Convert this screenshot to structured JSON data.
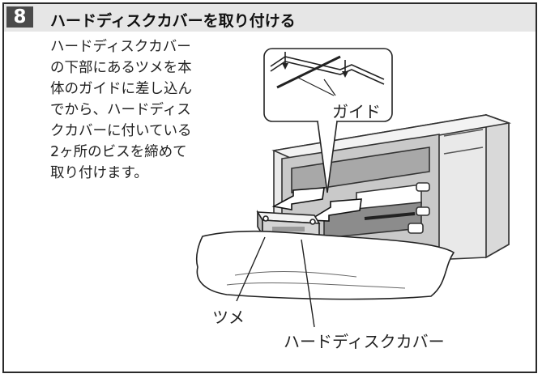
{
  "step_number": "8",
  "title": "ハードディスクカバーを取り付ける",
  "body_lines": [
    "ハードディスクカバー",
    "の下部にあるツメを本",
    "体のガイドに差し込ん",
    "でから、ハードディス",
    "クカバーに付いている",
    "2ヶ所のビスを締めて",
    "取り付けます。"
  ],
  "labels": {
    "guide": "ガイド",
    "tab": "ツメ",
    "cover": "ハードディスクカバー"
  }
}
